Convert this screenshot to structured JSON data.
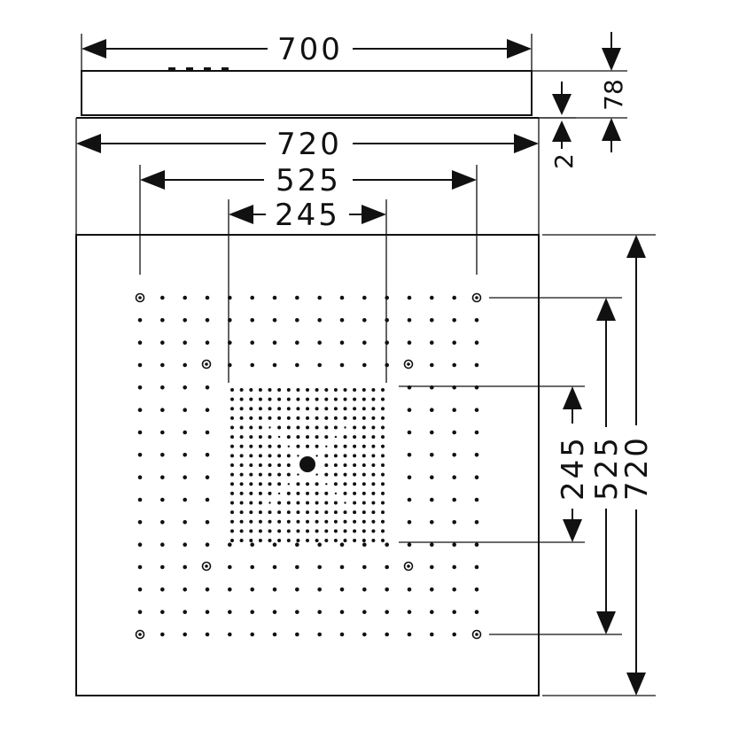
{
  "dimensions": {
    "top_width": "700",
    "side_height": "78",
    "gap": "2",
    "plate_width": "720",
    "outer_jets_width": "525",
    "center_zone_width": "245",
    "right_center_zone": "245",
    "right_outer_jets": "525",
    "right_plate_height": "720"
  },
  "colors": {
    "line": "#111111",
    "background": "#ffffff"
  }
}
